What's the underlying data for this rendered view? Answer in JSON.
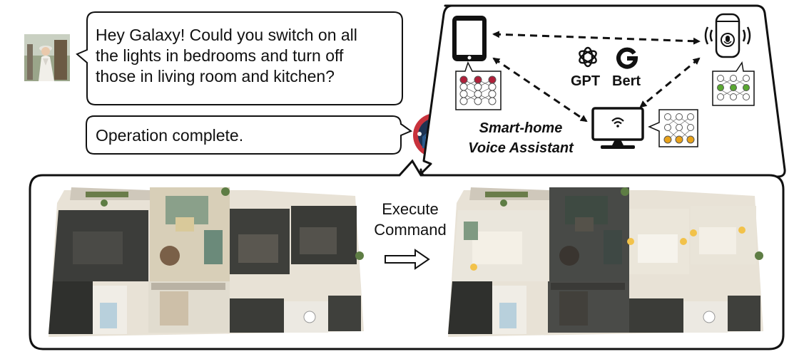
{
  "user_bubble": {
    "lines": [
      "Hey Galaxy! Could you switch on all",
      "the lights in bedrooms and turn off",
      "those in living room and kitchen?"
    ]
  },
  "assistant_bubble": {
    "text": "Operation complete."
  },
  "assistant": {
    "name_line1": "Smart-home",
    "name_line2": "Voice Assistant"
  },
  "models": {
    "gpt": "GPT",
    "bert": "Bert"
  },
  "devices": [
    "tablet-icon",
    "smart-speaker-icon",
    "smart-tv-icon"
  ],
  "node_colors": {
    "tablet": "#b0203a",
    "speaker": "#5aa832",
    "tv": "#e8a21a"
  },
  "execute": {
    "line1": "Execute",
    "line2": "Command"
  },
  "floorplans": [
    "floorplan-before",
    "floorplan-after"
  ]
}
